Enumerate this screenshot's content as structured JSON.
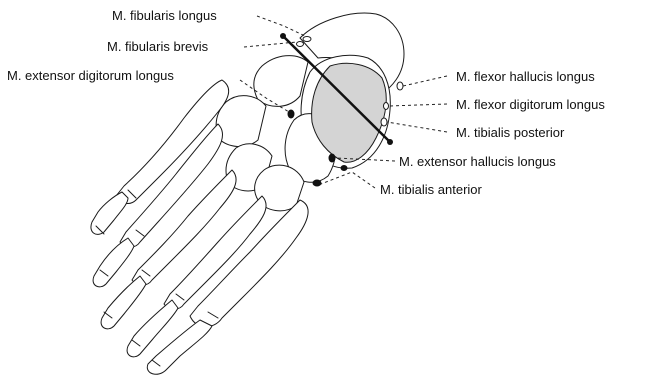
{
  "labels": {
    "fibularis_longus": "M. fibularis longus",
    "fibularis_brevis": "M. fibularis brevis",
    "extensor_digitorum_longus": "M. extensor digitorum longus",
    "flexor_hallucis_longus": "M. flexor hallucis longus",
    "flexor_digitorum_longus": "M. flexor digitorum longus",
    "tibialis_posterior": "M. tibialis posterior",
    "extensor_hallucis_longus": "M. extensor hallucis longus",
    "tibialis_anterior": "M. tibialis anterior"
  },
  "colors": {
    "section_fill": "#d4d4d4",
    "outline": "#1a1a1a",
    "cut_line": "#111111"
  }
}
